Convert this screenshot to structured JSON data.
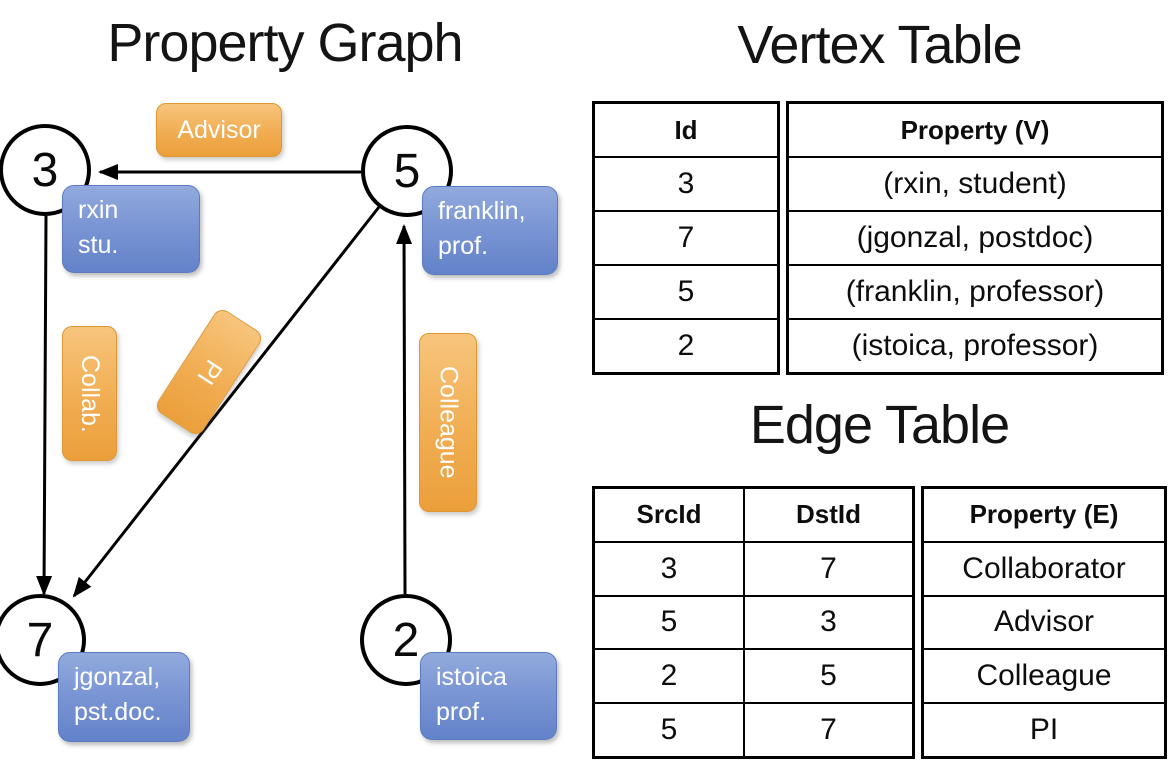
{
  "graph": {
    "title": "Property Graph",
    "nodes": [
      {
        "id": "3",
        "label_line1": "rxin",
        "label_line2": "stu."
      },
      {
        "id": "5",
        "label_line1": "franklin,",
        "label_line2": "prof."
      },
      {
        "id": "7",
        "label_line1": "jgonzal,",
        "label_line2": "pst.doc."
      },
      {
        "id": "2",
        "label_line1": "istoica",
        "label_line2": "prof."
      }
    ],
    "edges": [
      {
        "src": "5",
        "dst": "3",
        "label": "Advisor"
      },
      {
        "src": "3",
        "dst": "7",
        "label": "Collab."
      },
      {
        "src": "5",
        "dst": "7",
        "label": "PI"
      },
      {
        "src": "2",
        "dst": "5",
        "label": "Colleague"
      }
    ]
  },
  "vertex_table": {
    "title": "Vertex Table",
    "id_header": "Id",
    "property_header": "Property (V)",
    "rows": [
      {
        "id": "3",
        "property": "(rxin, student)"
      },
      {
        "id": "7",
        "property": "(jgonzal, postdoc)"
      },
      {
        "id": "5",
        "property": "(franklin, professor)"
      },
      {
        "id": "2",
        "property": "(istoica, professor)"
      }
    ]
  },
  "edge_table": {
    "title": "Edge Table",
    "src_header": "SrcId",
    "dst_header": "DstId",
    "property_header": "Property (E)",
    "rows": [
      {
        "src": "3",
        "dst": "7",
        "property": "Collaborator"
      },
      {
        "src": "5",
        "dst": "3",
        "property": "Advisor"
      },
      {
        "src": "2",
        "dst": "5",
        "property": "Colleague"
      },
      {
        "src": "5",
        "dst": "7",
        "property": "PI"
      }
    ]
  },
  "colors": {
    "edge_label_orange": "#EFA845",
    "vertex_property_blue": "#7B96D4",
    "vertex_row_fill": "#DBE4F4",
    "edge_row_fill": "#F5DDC1",
    "stroke_black": "#000000"
  }
}
